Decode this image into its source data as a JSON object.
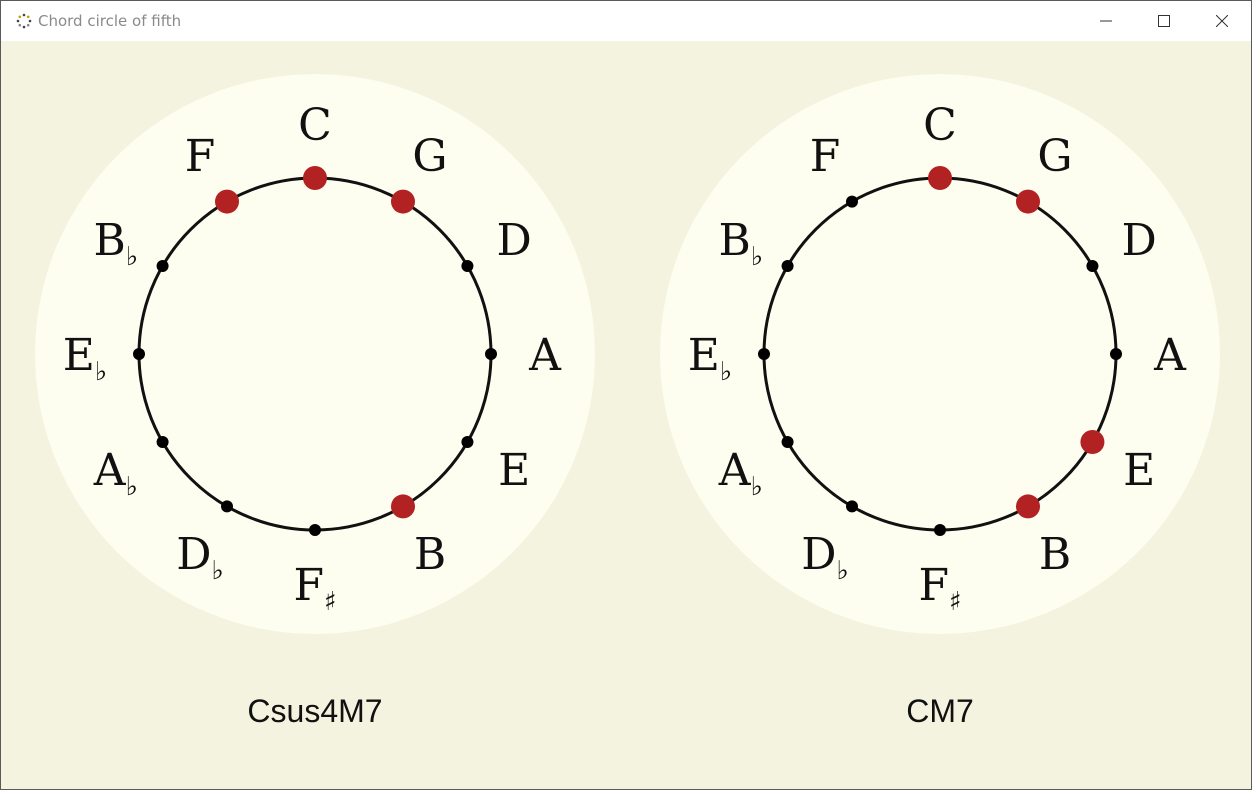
{
  "window": {
    "title": "Chord circle of fifth",
    "icon": "app-dots-icon",
    "controls": {
      "minimize_icon": "minimize-icon",
      "maximize_icon": "maximize-icon",
      "close_icon": "close-icon"
    }
  },
  "colors": {
    "background": "#f4f3df",
    "disc": "#fdfdf0",
    "circle_line": "#111111",
    "note_dot": "#000000",
    "active_dot": "#b22222"
  },
  "notes": [
    {
      "name": "C",
      "acc": ""
    },
    {
      "name": "G",
      "acc": ""
    },
    {
      "name": "D",
      "acc": ""
    },
    {
      "name": "A",
      "acc": ""
    },
    {
      "name": "E",
      "acc": ""
    },
    {
      "name": "B",
      "acc": ""
    },
    {
      "name": "F",
      "acc": "♯"
    },
    {
      "name": "D",
      "acc": "♭"
    },
    {
      "name": "A",
      "acc": "♭"
    },
    {
      "name": "E",
      "acc": "♭"
    },
    {
      "name": "B",
      "acc": "♭"
    },
    {
      "name": "F",
      "acc": ""
    }
  ],
  "diagrams": [
    {
      "chord": "Csus4M7",
      "active_notes": [
        "F",
        "C",
        "G",
        "B"
      ]
    },
    {
      "chord": "CM7",
      "active_notes": [
        "C",
        "G",
        "E",
        "B"
      ]
    }
  ]
}
